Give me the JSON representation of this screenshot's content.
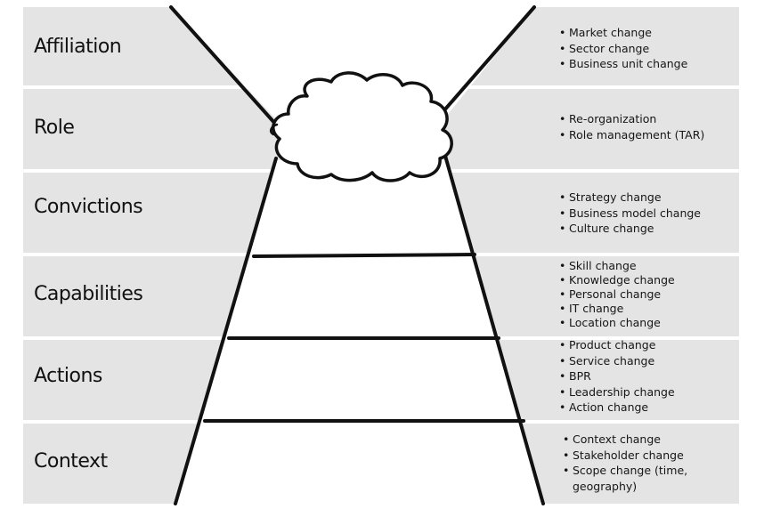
{
  "levels": [
    {
      "name": "Affiliation",
      "changes": [
        "Market change",
        "Sector change",
        "Business unit change"
      ]
    },
    {
      "name": "Role",
      "changes": [
        "Re-organization",
        "Role management (TAR)"
      ]
    },
    {
      "name": "Convictions",
      "changes": [
        "Strategy change",
        "Business model change",
        "Culture change"
      ]
    },
    {
      "name": "Capabilities",
      "changes": [
        "Skill change",
        "Knowledge change",
        "Personal change",
        "IT change",
        "Location change"
      ]
    },
    {
      "name": "Actions",
      "changes": [
        "Product change",
        "Service change",
        "BPR",
        "Leadership change",
        "Action change"
      ]
    },
    {
      "name": "Context",
      "changes": [
        "Context change",
        "Stakeholder change",
        "Scope change (time, geography)"
      ]
    }
  ],
  "colors": {
    "band_fill": "#e4e4e4",
    "ink": "#111111",
    "ladder_fill": "#ffffff"
  },
  "icons": {
    "cloud": "cloud-icon"
  }
}
